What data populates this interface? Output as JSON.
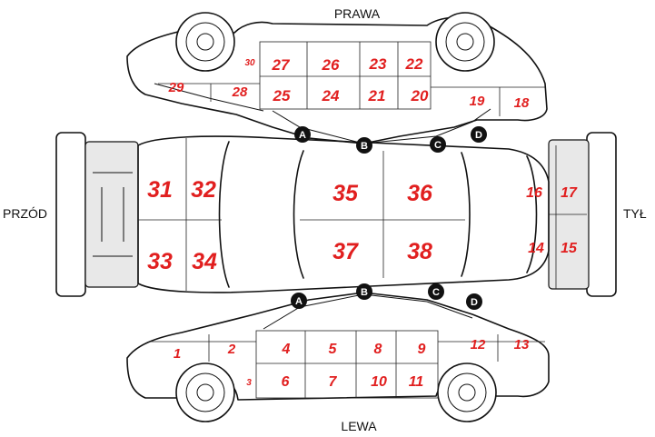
{
  "labels": {
    "right": "PRAWA",
    "left": "LEWA",
    "front": "PRZÓD",
    "rear": "TYŁ"
  },
  "pillars_top": [
    "A",
    "B",
    "C",
    "D"
  ],
  "pillars_bottom": [
    "A",
    "B",
    "C",
    "D"
  ],
  "zones": {
    "z1": "1",
    "z2": "2",
    "z3": "3",
    "z4": "4",
    "z5": "5",
    "z6": "6",
    "z7": "7",
    "z8": "8",
    "z9": "9",
    "z10": "10",
    "z11": "11",
    "z12": "12",
    "z13": "13",
    "z14": "14",
    "z15": "15",
    "z16": "16",
    "z17": "17",
    "z18": "18",
    "z19": "19",
    "z20": "20",
    "z21": "21",
    "z22": "22",
    "z23": "23",
    "z24": "24",
    "z25": "25",
    "z26": "26",
    "z27": "27",
    "z28": "28",
    "z29": "29",
    "z30": "30",
    "z31": "31",
    "z32": "32",
    "z33": "33",
    "z34": "34",
    "z35": "35",
    "z36": "36",
    "z37": "37",
    "z38": "38"
  },
  "colors": {
    "zone_text": "#e11f1f",
    "pillar_marker": "#111111"
  }
}
